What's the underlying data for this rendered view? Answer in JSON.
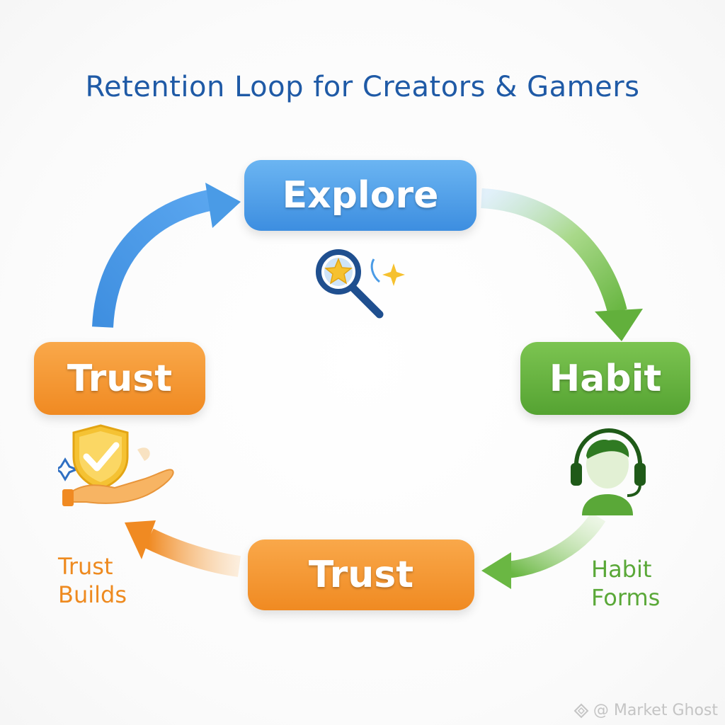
{
  "title": "Retention Loop for Creators & Gamers",
  "nodes": {
    "explore": "Explore",
    "habit": "Habit",
    "trust_left": "Trust",
    "trust_bottom": "Trust"
  },
  "side_labels": {
    "trust_builds": [
      "Trust",
      "Builds"
    ],
    "habit_forms": [
      "Habit",
      "Forms"
    ]
  },
  "icons": {
    "explore": "magnifier-star-icon",
    "habit": "headset-user-icon",
    "trust": "shield-check-hand-icon"
  },
  "watermark": "@ Market Ghost",
  "colors": {
    "title": "#1f5aa6",
    "explore": "#4a9be6",
    "habit": "#62b03c",
    "trust": "#f39530"
  }
}
